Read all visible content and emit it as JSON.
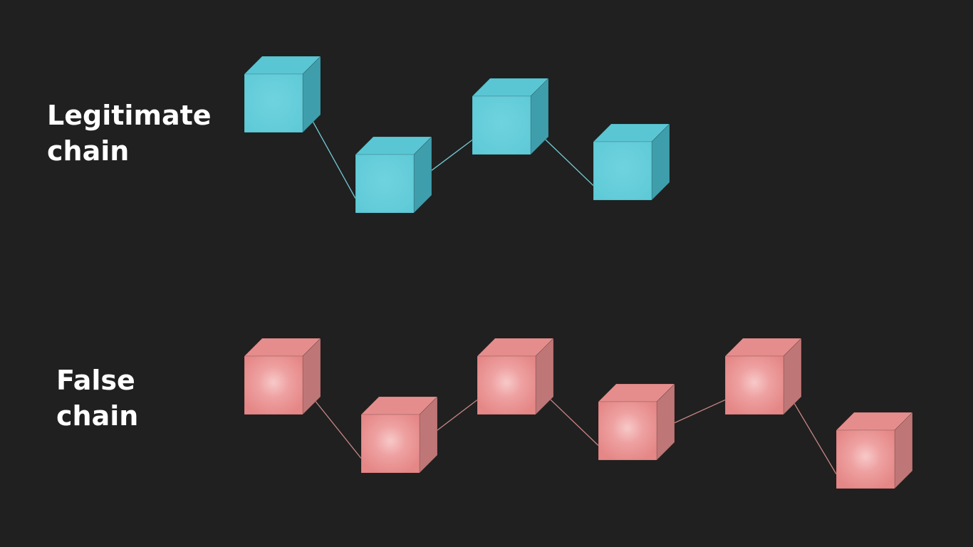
{
  "legitimate_chain": {
    "label_lines": [
      "Legitimate",
      "chain"
    ],
    "block_count": 4,
    "colors": {
      "front": "#62ccd9",
      "top": "#5ac6d3",
      "side": "#3f9eab",
      "link": "#73c8d2"
    }
  },
  "false_chain": {
    "label_lines": [
      "False",
      "chain"
    ],
    "block_count": 6,
    "colors": {
      "front": "#e88b8b",
      "glow": "#f7c2c2",
      "top": "#e58d8d",
      "side": "#bf7676",
      "link": "#c98686"
    }
  }
}
